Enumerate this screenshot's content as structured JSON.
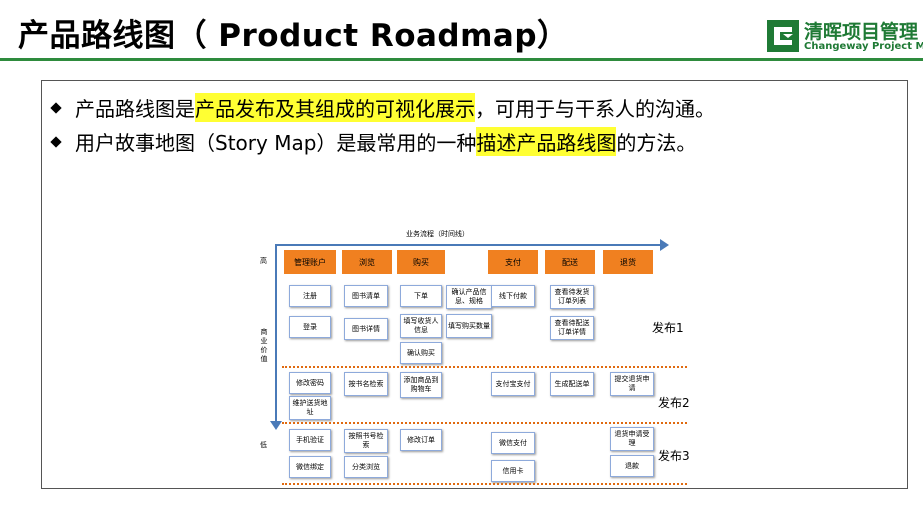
{
  "header": {
    "title": "产品路线图（ Product Roadmap）",
    "logo_cn": "清晖项目管理",
    "logo_en": "Changeway Project Management"
  },
  "bullets": [
    {
      "pre": "产品路线图是",
      "hl": "产品发布及其组成的可视化展示",
      "post": "，可用于与干系人的沟通。"
    },
    {
      "pre": "用户故事地图（Story Map）是最常用的一种",
      "hl": "描述产品路线图",
      "post": "的方法。"
    }
  ],
  "story_map": {
    "x_axis_label": "业务流程（时间线）",
    "y_axis_label": "商业价值",
    "y_high": "高",
    "y_low": "低",
    "epics": [
      "管理账户",
      "浏览",
      "购买",
      "支付",
      "配送",
      "退货"
    ],
    "releases": [
      "发布1",
      "发布2",
      "发布3"
    ],
    "stories": {
      "account": [
        "注册",
        "登录",
        "修改密码",
        "维护送货地址",
        "手机验证",
        "微信绑定"
      ],
      "browse": [
        "图书清单",
        "图书详情",
        "按书名检索",
        "按照书号检索",
        "分类浏览"
      ],
      "buy": [
        "下单",
        "确认产品信息、规格",
        "填写收货人信息",
        "填写购买数量",
        "确认购买",
        "添加商品到购物车",
        "修改订单"
      ],
      "pay": [
        "线下付款",
        "支付宝支付",
        "微信支付",
        "信用卡"
      ],
      "ship": [
        "查看待发货订单列表",
        "查看待配送订单详情",
        "生成配送单"
      ],
      "ret": [
        "提交退货申请",
        "退货申请受理",
        "退款"
      ]
    }
  },
  "colors": {
    "accent_green": "#2e8b3d",
    "highlight": "#ffff33",
    "epic": "#f08020",
    "axis": "#4a7ab8"
  }
}
